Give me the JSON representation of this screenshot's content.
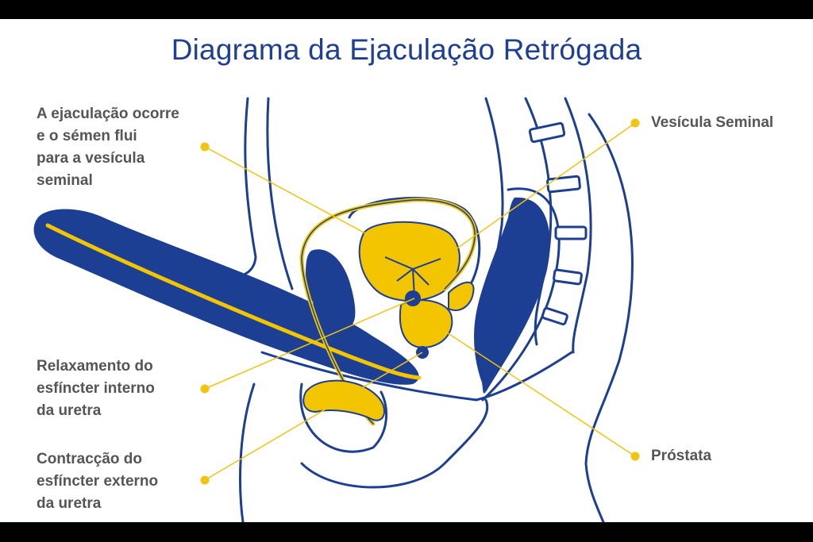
{
  "title": "Diagrama da Ejaculação Retrógada",
  "colors": {
    "outline": "#1c3f94",
    "fill_blue": "#1c3f94",
    "fill_yellow": "#f2c500",
    "leader": "#f1c40f",
    "text": "#555555",
    "title": "#1f3f95"
  },
  "labels": {
    "ejaculation": [
      "A ejaculação ocorre",
      "e o sémen flui",
      "para a vesícula",
      "seminal"
    ],
    "seminal_vesicle": [
      "Vesícula Seminal"
    ],
    "internal_sphincter": [
      "Relaxamento do",
      "esfíncter interno",
      "da uretra"
    ],
    "external_sphincter": [
      "Contracção do",
      "esfíncter externo",
      "da uretra"
    ],
    "prostate": [
      "Próstata"
    ]
  }
}
